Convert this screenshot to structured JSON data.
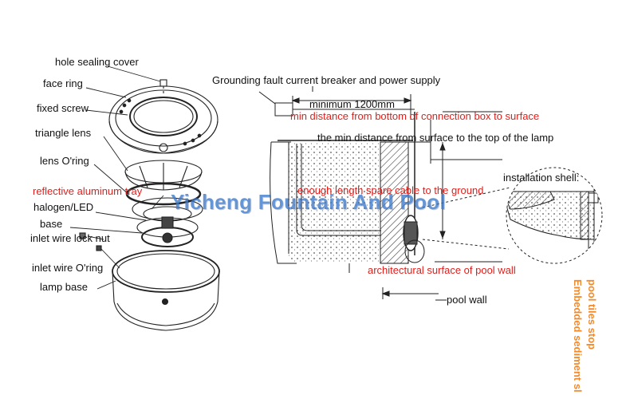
{
  "left_labels": {
    "hole_sealing_cover": "hole sealing cover",
    "face_ring": "face ring",
    "fixed_screw": "fixed screw",
    "triangle_lens": "triangle lens",
    "lens_oring": "lens O'ring",
    "reflective_tray": "reflective aluminum tray",
    "halogen_led": "halogen/LED",
    "base": "base",
    "inlet_wire_lock_nut": "inlet wire lock nut",
    "inlet_wire_oring": "inlet wire O'ring",
    "lamp_base": "lamp base"
  },
  "right_labels": {
    "grounding": "Grounding fault current breaker and power supply",
    "minimum": "minimum 1200mm",
    "min_distance_box": "min distance from bottom of connection box to surface",
    "min_distance_lamp": "the min distance from surface to the top of the lamp",
    "installation_shell": "installation shell:",
    "spare_cable": "enough length spare cable to the ground",
    "architectural_surface": "architectural surface of pool wall",
    "pool_wall": "pool wall",
    "pool_tiles_stop": "pool tiles stop",
    "embedded_sediment": "Embedded sediment sl"
  },
  "watermark": "Yicheng Fountain And Pool",
  "colors": {
    "red_label": "#e0201c",
    "orange_label": "#f28a2c",
    "watermark": "#3a78c8"
  }
}
